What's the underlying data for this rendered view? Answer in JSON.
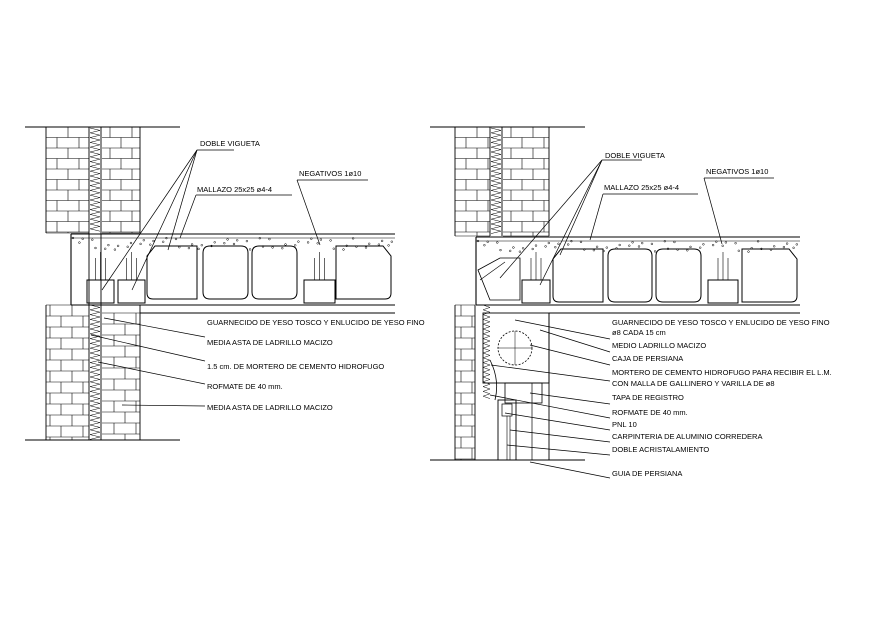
{
  "colors": {
    "ink": "#000000",
    "paper": "#ffffff"
  },
  "left_detail": {
    "labels": {
      "doble_vigueta": "DOBLE VIGUETA",
      "mallazo": "MALLAZO 25x25 ø4-4",
      "negativos": "NEGATIVOS 1ø10",
      "guarnecido": "GUARNECIDO DE YESO TOSCO Y ENLUCIDO DE YESO FINO",
      "media_asta_1": "MEDIA ASTA DE LADRILLO MACIZO",
      "mortero": "1.5 cm. DE MORTERO DE CEMENTO HIDROFUGO",
      "rofmate": "ROFMATE DE 40 mm.",
      "media_asta_2": "MEDIA ASTA DE LADRILLO MACIZO"
    }
  },
  "right_detail": {
    "labels": {
      "doble_vigueta": "DOBLE VIGUETA",
      "mallazo": "MALLAZO 25x25 ø4-4",
      "negativos": "NEGATIVOS 1ø10",
      "guarnecido": "GUARNECIDO DE YESO TOSCO Y ENLUCIDO DE YESO FINO",
      "cada": "ø8 CADA 15 cm",
      "medio_ladrillo": "MEDIO LADRILLO MACIZO",
      "caja": "CAJA DE PERSIANA",
      "mortero_1": "MORTERO DE CEMENTO HIDROFUGO PARA RECIBIR EL L.M.",
      "mortero_2": "CON MALLA DE GALLINERO Y VARILLA DE ø8",
      "tapa": "TAPA DE REGISTRO",
      "rofmate": "ROFMATE DE 40 mm.",
      "pnl": "PNL 10",
      "carpinteria": "CARPINTERIA DE ALUMINIO CORREDERA",
      "doble_acristalamiento": "DOBLE ACRISTALAMIENTO",
      "guia": "GUIA DE PERSIANA"
    }
  }
}
